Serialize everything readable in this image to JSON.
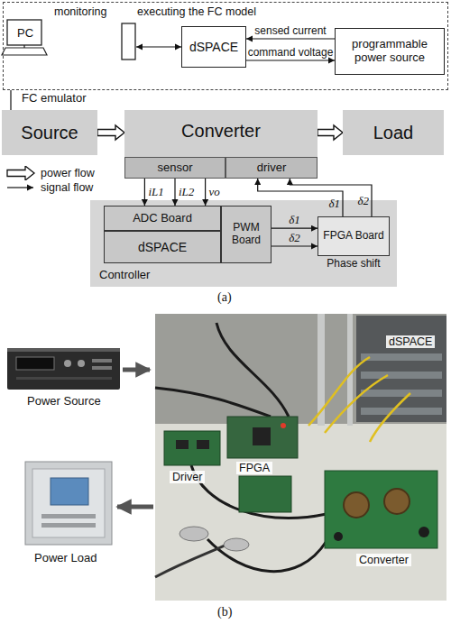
{
  "diagram": {
    "nodes": [
      {
        "text": [
          "FC emulator"
        ]
      },
      {
        "text": [
          "PC"
        ],
        "in": 0
      },
      {
        "text": [
          "dSPACE"
        ],
        "in": 0
      },
      {
        "text": [
          "programmable power source"
        ],
        "in": 0
      },
      {
        "text": [
          "Source"
        ]
      },
      {
        "text": [
          "Converter"
        ]
      },
      {
        "text": [
          "sensor"
        ],
        "in": 5
      },
      {
        "text": [
          "driver"
        ],
        "in": 5
      },
      {
        "text": [
          "Load"
        ]
      },
      {
        "text": [
          "Controller"
        ]
      },
      {
        "text": [
          "ADC Board"
        ],
        "in": 9
      },
      {
        "text": [
          "dSPACE"
        ],
        "in": 9
      },
      {
        "text": [
          "PWM Board"
        ],
        "in": 9
      },
      {
        "text": [
          "FPGA Board",
          "Phase shift"
        ],
        "in": 9
      }
    ],
    "edges": [
      {
        "from": 0,
        "to": 4,
        "arrow": "none"
      },
      {
        "from": 1,
        "to": 2,
        "arrow": "both"
      },
      {
        "from": 3,
        "to": 2,
        "label": "sensed current",
        "arrow": "to"
      },
      {
        "from": 2,
        "to": 3,
        "label": "command voltage",
        "arrow": "to"
      },
      {
        "from": 4,
        "to": 5,
        "arrow": "to"
      },
      {
        "from": 5,
        "to": 8,
        "arrow": "to"
      },
      {
        "from": 6,
        "to": 10,
        "label": "iL1",
        "arrow": "to"
      },
      {
        "from": 6,
        "to": 10,
        "label": "iL2",
        "arrow": "to"
      },
      {
        "from": 6,
        "to": 10,
        "label": "vo",
        "arrow": "to"
      },
      {
        "from": 12,
        "to": 13,
        "label": "δ1",
        "arrow": "to"
      },
      {
        "from": 12,
        "to": 13,
        "label": "δ2",
        "arrow": "to"
      },
      {
        "from": 13,
        "to": 7,
        "label": "δ1",
        "arrow": "to"
      },
      {
        "from": 13,
        "to": 7,
        "label": "δ2",
        "arrow": "to"
      }
    ],
    "labels": [
      "monitoring",
      "executing the FC model",
      "(a)",
      "Power Source",
      "dSPACE",
      "Driver",
      "FPGA",
      "Converter",
      "Power Load",
      "(b)"
    ],
    "legend": [
      {
        "text": "power flow"
      },
      {
        "text": "signal flow"
      }
    ]
  }
}
